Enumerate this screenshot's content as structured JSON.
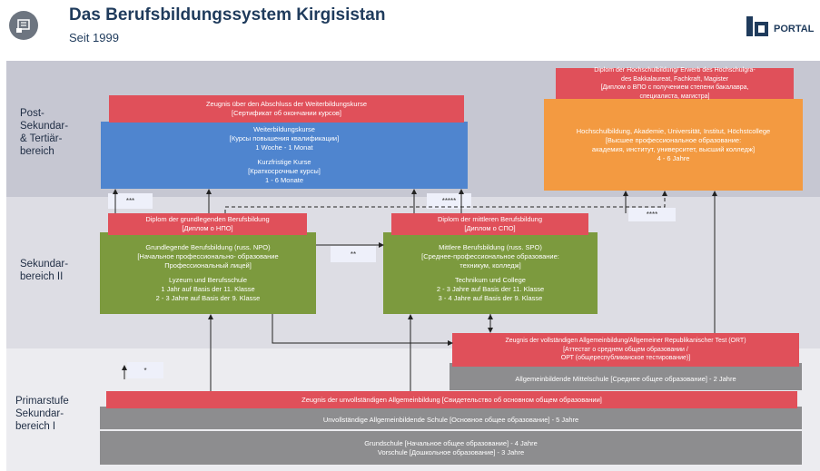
{
  "header": {
    "title": "Das Berufsbildungssystem Kirgisistan",
    "subtitle": "Seit 1999",
    "logo_text": "PORTAL"
  },
  "levels": {
    "post": [
      "Post-",
      "Sekundar-",
      "& Tertiär-",
      "bereich"
    ],
    "sek2": [
      "Sekundar-",
      "bereich II"
    ],
    "prim": [
      "Primarstufe",
      "Sekundar-",
      "bereich I"
    ]
  },
  "boxes": {
    "weiterbildung_cert": [
      "Zeugnis über den Abschluss der Weiterbildungskurse",
      "[Сертификат об окончании курсов]"
    ],
    "weiterbildung": [
      "Weiterbildungskurse",
      "[Курсы повышения квалификации]",
      "1 Woche - 1 Monat",
      "",
      "Kurzfristige Kurse",
      "[Краткосрочные курсы]",
      "1 - 6 Monate"
    ],
    "hochschul_cert": [
      "Diplom der Hochschulbildung/ Erwerb des Hochschulgra-",
      "des Bakkalaureat, Fachkraft, Magister",
      "[Диплом о ВПО с получением степени бакалавра,",
      "специалиста, магистра]"
    ],
    "hochschul": [
      "Hochschulbildung, Akademie, Universität, Institut, Höchstcollege",
      "[Высшее профессиональное образование:",
      "академия, институт, университет, высший колледж]",
      "4 - 6 Jahre"
    ],
    "npo_cert": [
      "Diplom der grundlegenden Berufsbildung",
      "[Диплом о НПО]"
    ],
    "npo": [
      "Grundlegende Berufsbildung (russ. NPO)",
      "[Начальное профессионально- образование",
      "Профессиональный лицей]",
      "",
      "Lyzeum und Berufsschule",
      "1 Jahr auf Basis der 11. Klasse",
      "2 - 3 Jahre auf Basis der 9. Klasse"
    ],
    "spo_cert": [
      "Diplom der mittleren Berufsbildung",
      "[Диплом о СПО]"
    ],
    "spo": [
      "Mittlere Berufsbildung (russ. SPO)",
      "[Среднее-профессиональное образование:",
      "техникум, колледж]",
      "",
      "Technikum und College",
      "2 - 3 Jahre auf Basis der 11. Klasse",
      "3 - 4 Jahre auf Basis der 9. Klasse"
    ],
    "ort_cert": [
      "Zeugnis der vollständigen Allgemeinbildung/Allgemeiner Republikanischer Test (ORT)",
      "[Аттестат о среднем общем образовании /",
      "ОРТ (общереспубликанское тестирование)]"
    ],
    "mittelschule": "Allgemeinbildende Mittelschule [Среднее общее образование] - 2 Jahre",
    "unvoll_cert": "Zeugnis der unvollständigen Allgemeinbildung [Свидетельство об основном общем образовании]",
    "unvoll_schule": "Unvollständige Allgemeinbildende Schule [Основное общее образование] - 5 Jahre",
    "grundschule": [
      "Grundschule [Начальное общее образование] - 4 Jahre",
      "Vorschule [Дошкольное образование] - 3 Jahre"
    ]
  },
  "notes": {
    "n3": "***",
    "n5": "*****",
    "n4": "****",
    "n2": "**",
    "n1": "*"
  },
  "colors": {
    "red": "#e0505a",
    "blue": "#4f85cf",
    "orange": "#f39a41",
    "green": "#7c9a3e",
    "grey": "#8d8d8f",
    "title": "#1f3b5c"
  }
}
